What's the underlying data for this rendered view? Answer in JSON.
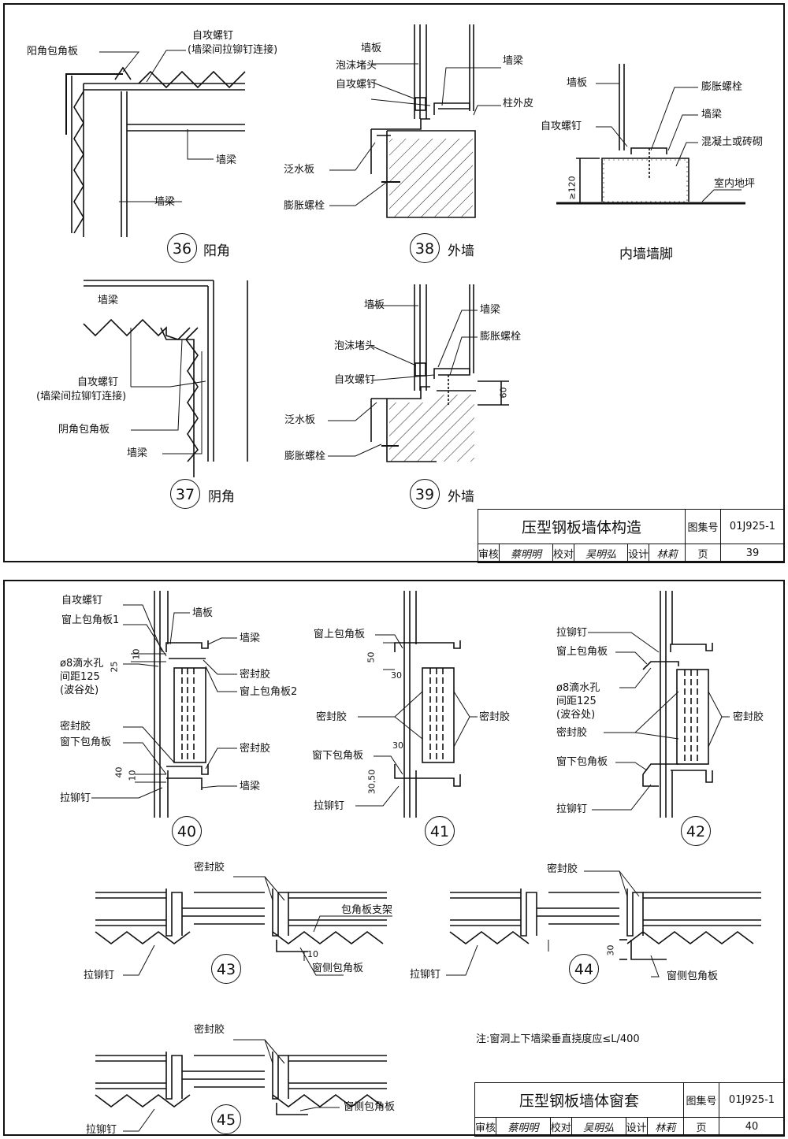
{
  "sheet39": {
    "details": {
      "d36": {
        "number": "36",
        "caption": "阳角",
        "labels": [
          "阳角包角板",
          "自攻螺钉",
          "(墙梁间拉铆钉连接)",
          "墙梁",
          "墙梁"
        ]
      },
      "d38": {
        "number": "38",
        "caption": "外墙",
        "labels": [
          "墙板",
          "泡沫堵头",
          "自攻螺钉",
          "墙梁",
          "柱外皮",
          "泛水板",
          "膨胀螺栓"
        ]
      },
      "d_inner": {
        "caption": "内墙墙脚",
        "labels": [
          "墙板",
          "膨胀螺栓",
          "自攻螺钉",
          "墙梁",
          "混凝土或砖砌",
          "室内地坪"
        ],
        "dim": "≥120"
      },
      "d37": {
        "number": "37",
        "caption": "阴角",
        "labels": [
          "墙梁",
          "自攻螺钉",
          "(墙梁间拉铆钉连接)",
          "阴角包角板",
          "墙梁"
        ]
      },
      "d39": {
        "number": "39",
        "caption": "外墙",
        "labels": [
          "墙板",
          "墙梁",
          "膨胀螺栓",
          "泡沫堵头",
          "自攻螺钉",
          "泛水板",
          "膨胀螺栓"
        ],
        "dim": "60"
      }
    },
    "title_block": {
      "title": "压型钢板墙体构造",
      "atlas_label": "图集号",
      "atlas_no": "01J925-1",
      "review": "审核",
      "review_sig": "蔡明明",
      "check": "校对",
      "check_sig": "吴明弘",
      "design": "设计",
      "design_sig": "林莉",
      "page_label": "页",
      "page": "39"
    }
  },
  "sheet40": {
    "details": {
      "d40": {
        "number": "40",
        "labels": [
          "自攻螺钉",
          "墙板",
          "窗上包角板1",
          "墙梁",
          "密封胶",
          "ø8滴水孔",
          "窗上包角板2",
          "间距125",
          "(波谷处)",
          "密封胶",
          "密封胶",
          "窗下包角板",
          "墙梁",
          "拉铆钉"
        ],
        "dims": [
          "25",
          "10",
          "40",
          "10"
        ]
      },
      "d41": {
        "number": "41",
        "labels": [
          "窗上包角板",
          "密封胶",
          "密封胶",
          "窗下包角板",
          "拉铆钉"
        ],
        "dims": [
          "50",
          "30",
          "30",
          "30,50"
        ]
      },
      "d42": {
        "number": "42",
        "labels": [
          "拉铆钉",
          "窗上包角板",
          "ø8滴水孔",
          "间距125",
          "(波谷处)",
          "密封胶",
          "密封胶",
          "窗下包角板",
          "拉铆钉"
        ]
      },
      "d43": {
        "number": "43",
        "labels": [
          "密封胶",
          "包角板支架",
          "拉铆钉",
          "窗侧包角板"
        ],
        "dims": [
          "10"
        ]
      },
      "d44": {
        "number": "44",
        "labels": [
          "密封胶",
          "拉铆钉",
          "窗侧包角板"
        ],
        "dims": [
          "30"
        ]
      },
      "d45": {
        "number": "45",
        "labels": [
          "密封胶",
          "拉铆钉",
          "窗侧包角板"
        ]
      }
    },
    "note": "注:窗洞上下墙梁垂直挠度应≤L/400",
    "title_block": {
      "title": "压型钢板墙体窗套",
      "atlas_label": "图集号",
      "atlas_no": "01J925-1",
      "review": "审核",
      "review_sig": "蔡明明",
      "check": "校对",
      "check_sig": "吴明弘",
      "design": "设计",
      "design_sig": "林莉",
      "page_label": "页",
      "page": "40"
    }
  }
}
